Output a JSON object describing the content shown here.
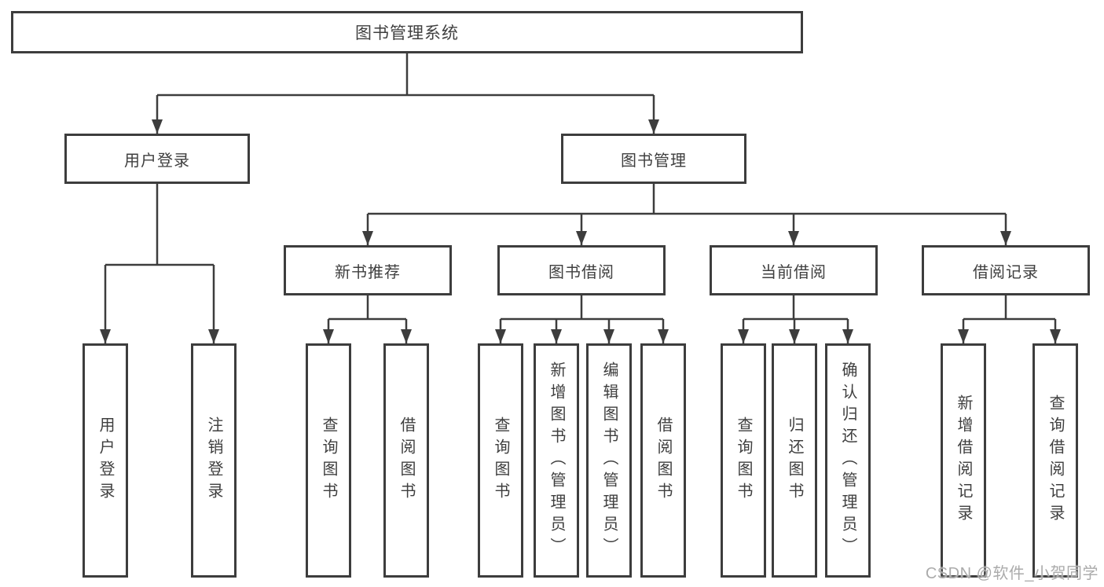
{
  "colors": {
    "line": "#3d3d3d",
    "text": "#3f3f3f",
    "box_fill": "#ffffff",
    "background": "#ffffff",
    "watermark": "#ababab"
  },
  "watermark": {
    "text": "CSDN @软件_小贺同学"
  },
  "tree": {
    "root": "图书管理系统",
    "children": [
      {
        "label": "用户登录",
        "children": [
          "用户登录",
          "注销登录"
        ]
      },
      {
        "label": "图书管理",
        "children": [
          {
            "label": "新书推荐",
            "children": [
              "查询图书",
              "借阅图书"
            ]
          },
          {
            "label": "图书借阅",
            "children": [
              "查询图书",
              "新增图书（管理员）",
              "编辑图书（管理员）",
              "借阅图书"
            ]
          },
          {
            "label": "当前借阅",
            "children": [
              "查询图书",
              "归还图书",
              "确认归还（管理员）"
            ]
          },
          {
            "label": "借阅记录",
            "children": [
              "新增借阅记录",
              "查询借阅记录"
            ]
          }
        ]
      }
    ]
  }
}
